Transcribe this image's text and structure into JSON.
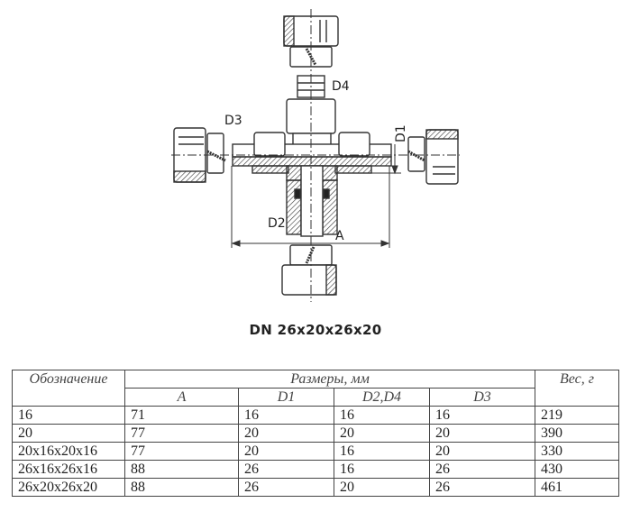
{
  "drawing": {
    "labels": {
      "d4": "D4",
      "d3": "D3",
      "d1": "D1",
      "d2": "D2",
      "a": "A"
    },
    "caption": "DN 26x20x26x20"
  },
  "table": {
    "headers": {
      "designation": "Обозначение",
      "dimensions": "Размеры, мм",
      "weight": "Вес, г",
      "sub": [
        "A",
        "D1",
        "D2,D4",
        "D3"
      ]
    },
    "rows": [
      {
        "designation": "16",
        "a": "71",
        "d1": "16",
        "d2d4": "16",
        "d3": "16",
        "weight": "219"
      },
      {
        "designation": "20",
        "a": "77",
        "d1": "20",
        "d2d4": "20",
        "d3": "20",
        "weight": "390"
      },
      {
        "designation": "20x16x20x16",
        "a": "77",
        "d1": "20",
        "d2d4": "16",
        "d3": "20",
        "weight": "330"
      },
      {
        "designation": "26x16x26x16",
        "a": "88",
        "d1": "26",
        "d2d4": "16",
        "d3": "26",
        "weight": "430"
      },
      {
        "designation": "26x20x26x20",
        "a": "88",
        "d1": "26",
        "d2d4": "20",
        "d3": "26",
        "weight": "461"
      }
    ]
  }
}
